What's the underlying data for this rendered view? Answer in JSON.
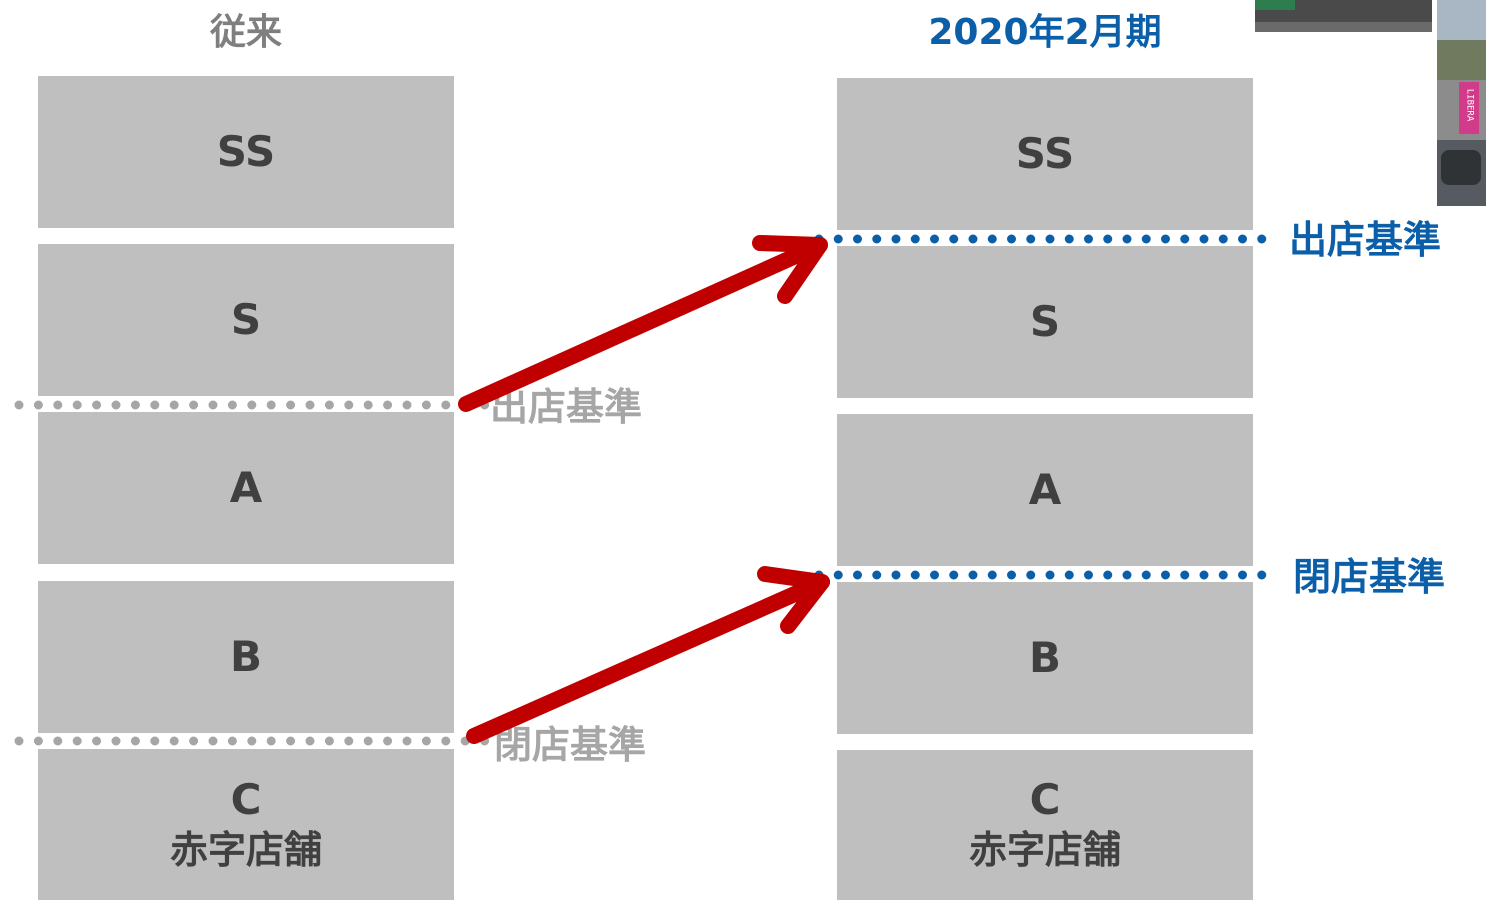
{
  "colors": {
    "box": "#bfbfbf",
    "box_text": "#404040",
    "old_title": "#7f7f7f",
    "new_title": "#0b5fa8",
    "old_threshold": "#a6a6a6",
    "new_threshold": "#0b5fa8",
    "arrow": "#c00000"
  },
  "left": {
    "title": "従来",
    "boxes": [
      {
        "grade": "SS",
        "sub": ""
      },
      {
        "grade": "S",
        "sub": ""
      },
      {
        "grade": "A",
        "sub": ""
      },
      {
        "grade": "B",
        "sub": ""
      },
      {
        "grade": "C",
        "sub": "赤字店舗"
      }
    ],
    "opening_label": "出店基準",
    "closing_label": "閉店基準"
  },
  "right": {
    "title": "2020年2月期",
    "boxes": [
      {
        "grade": "SS",
        "sub": ""
      },
      {
        "grade": "S",
        "sub": ""
      },
      {
        "grade": "A",
        "sub": ""
      },
      {
        "grade": "B",
        "sub": ""
      },
      {
        "grade": "C",
        "sub": "赤字店舗"
      }
    ],
    "opening_label": "出店基準",
    "closing_label": "閉店基準"
  },
  "photo": {
    "icon": "photo-thumbnail",
    "sign_text": "LIBERA"
  }
}
